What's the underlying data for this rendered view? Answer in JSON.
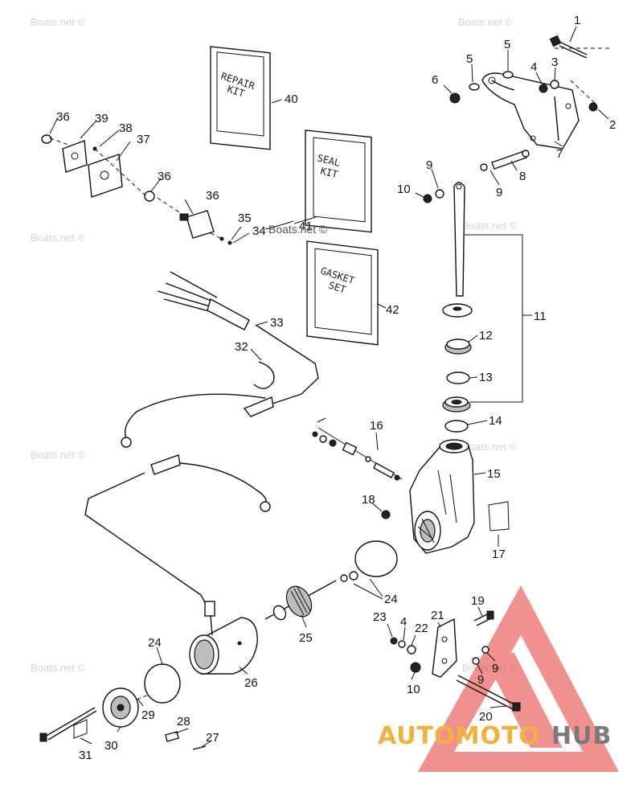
{
  "watermark": {
    "text": "Boats.net ©"
  },
  "boxes": {
    "repair_kit": [
      "REPAIR",
      "KIT"
    ],
    "seal_kit": [
      "SEAL",
      "KIT"
    ],
    "gasket_set": [
      "GASKET",
      "SET"
    ]
  },
  "callouts": {
    "c1": "1",
    "c2": "2",
    "c3": "3",
    "c4": "4",
    "c5a": "5",
    "c5b": "5",
    "c6": "6",
    "c7": "7",
    "c8": "8",
    "c9a": "9",
    "c9b": "9",
    "c10a": "10",
    "c11": "11",
    "c12": "12",
    "c13": "13",
    "c14a": "14",
    "c15": "15",
    "c16": "16",
    "c17": "17",
    "c18": "18",
    "c19": "19",
    "c20": "20",
    "c21": "21",
    "c22": "22",
    "c23": "23",
    "c4b": "4",
    "c24a": "24",
    "c24b": "24",
    "c25": "25",
    "c26": "26",
    "c27": "27",
    "c28": "28",
    "c29": "29",
    "c30": "30",
    "c31": "31",
    "c32": "32",
    "c33": "33",
    "c34": "34",
    "c35": "35",
    "c36a": "36",
    "c36b": "36",
    "c36c": "36",
    "c37": "37",
    "c38": "38",
    "c39": "39",
    "c40": "40",
    "c41": "41",
    "c42": "42",
    "c9c": "9",
    "c9d": "9",
    "c10b": "10"
  },
  "logo": {
    "part_a": "AUTOMOTO",
    "part_b": "HUB",
    "accent_color": "#f2b13a",
    "triangle_color": "#e53935"
  }
}
